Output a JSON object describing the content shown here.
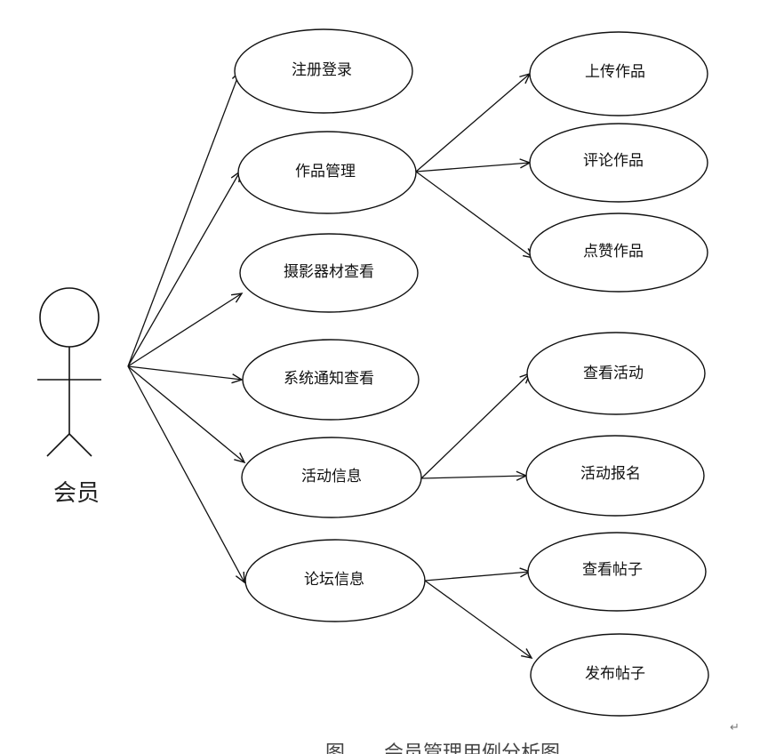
{
  "actor": {
    "label": "会员"
  },
  "use_cases": {
    "register_login": "注册登录",
    "works_mgmt": "作品管理",
    "equipment_view": "摄影器材查看",
    "notice_view": "系统通知查看",
    "activity_info": "活动信息",
    "forum_info": "论坛信息",
    "upload_work": "上传作品",
    "comment_work": "评论作品",
    "like_work": "点赞作品",
    "view_activity": "查看活动",
    "activity_signup": "活动报名",
    "view_post": "查看帖子",
    "publish_post": "发布帖子"
  },
  "caption": "图　　会员管理用例分析图",
  "return_mark": "↵"
}
